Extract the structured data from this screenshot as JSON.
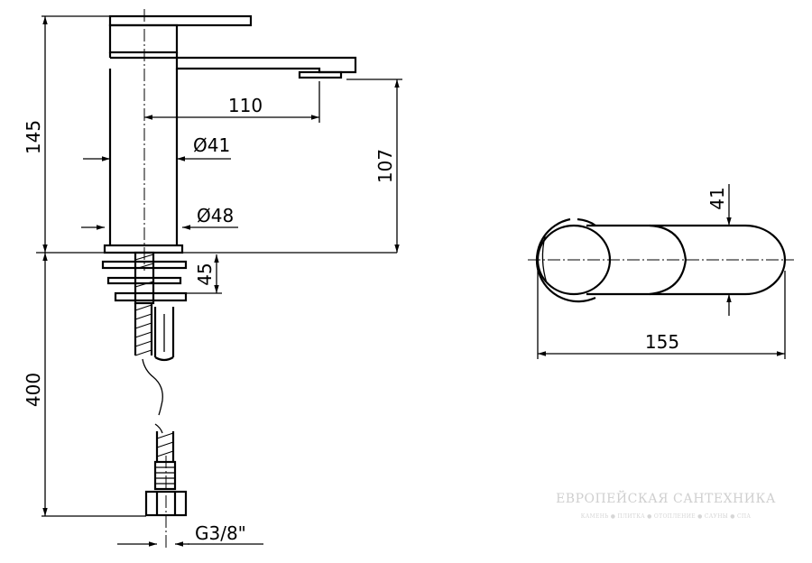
{
  "dimensions": {
    "total_height": "145",
    "spout_reach": "110",
    "body_diameter_inner": "Ø41",
    "body_diameter_outer": "Ø48",
    "spout_outlet_height": "107",
    "mount_depth": "45",
    "hose_length": "400",
    "connection": "G3/8\"",
    "top_view_width": "155",
    "top_view_depth": "41"
  },
  "watermark": {
    "brand": "ЕВРОПЕЙСКАЯ САНТЕХНИКА",
    "tagline": "КАМЕНЬ ● ПЛИТКА ● ОТОПЛЕНИЕ ● САУНЫ ● СПА"
  }
}
